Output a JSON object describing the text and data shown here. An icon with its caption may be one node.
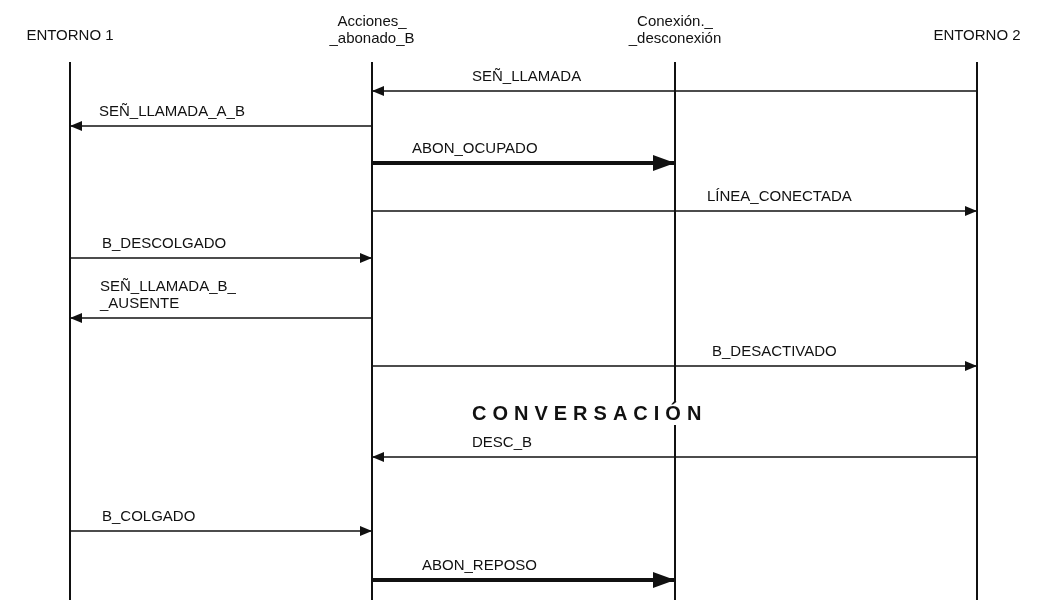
{
  "diagram": {
    "nodes": [
      {
        "text": [
          "ENTORNO 1"
        ]
      },
      {
        "text": [
          "Acciones_ _abonado_B"
        ]
      },
      {
        "text": [
          "Conexión._ _desconexión"
        ]
      },
      {
        "text": [
          "ENTORNO 2"
        ]
      }
    ],
    "edges": [
      {
        "from": 3,
        "to": 1,
        "arrow": "to",
        "label": "SEÑ_LLAMADA"
      },
      {
        "from": 1,
        "to": 0,
        "arrow": "to",
        "label": "SEÑ_LLAMADA_A_B"
      },
      {
        "from": 1,
        "to": 2,
        "arrow": "to",
        "label": "ABON_OCUPADO",
        "style": "thick"
      },
      {
        "from": 1,
        "to": 3,
        "arrow": "to",
        "label": "LÍNEA_CONECTADA"
      },
      {
        "from": 0,
        "to": 1,
        "arrow": "to",
        "label": "B_DESCOLGADO"
      },
      {
        "from": 1,
        "to": 0,
        "arrow": "to",
        "label": "SEÑ_LLAMADA_B_ _AUSENTE"
      },
      {
        "from": 1,
        "to": 3,
        "arrow": "to",
        "label": "B_DESACTIVADO"
      },
      {
        "from": 3,
        "to": 1,
        "arrow": "to",
        "label": "DESC_B"
      },
      {
        "from": 0,
        "to": 1,
        "arrow": "to",
        "label": "B_COLGADO"
      },
      {
        "from": 1,
        "to": 2,
        "arrow": "to",
        "label": "ABON_REPOSO",
        "style": "thick"
      }
    ],
    "labels": [
      "CONVERSACIÓN"
    ]
  }
}
